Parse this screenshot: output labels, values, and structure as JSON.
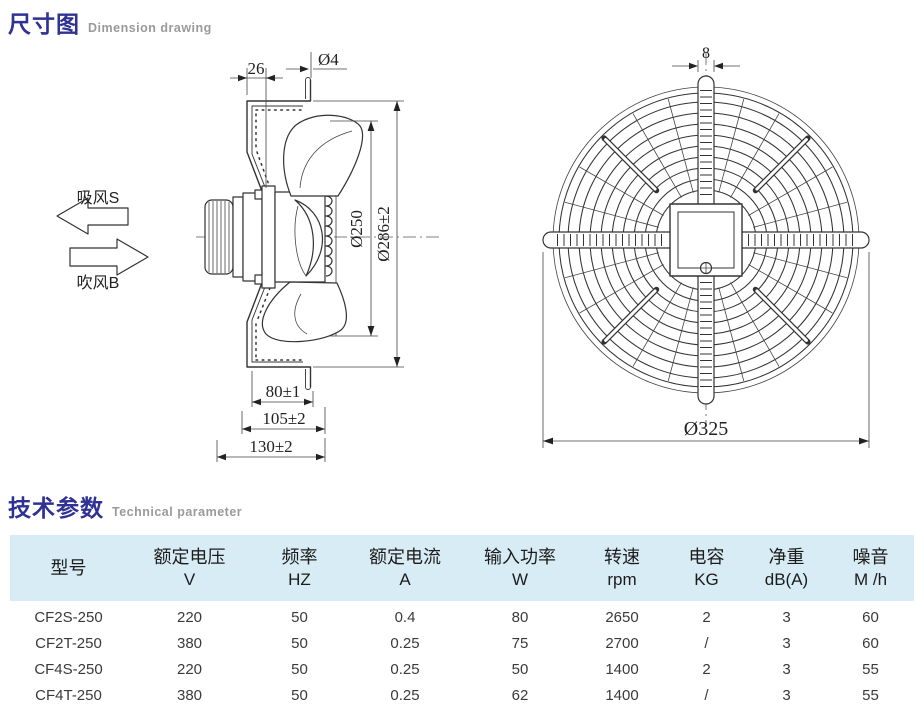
{
  "sections": {
    "dimension": {
      "title_zh": "尺寸图",
      "title_en": "Dimension drawing"
    },
    "technical": {
      "title_zh": "技术参数",
      "title_en": "Technical parameter"
    }
  },
  "drawing": {
    "airflow": {
      "suction": "吸风S",
      "blow": "吹风B"
    },
    "side_view_dims": {
      "flange_depth": "26",
      "hole_dia": "Ø4",
      "blade_dia": "Ø250",
      "plate_dia": "Ø286±2",
      "depth_a": "80±1",
      "depth_b": "105±2",
      "depth_c": "130±2"
    },
    "front_view_dims": {
      "strap_width": "8",
      "guard_dia": "Ø325"
    }
  },
  "table": {
    "headers": [
      {
        "name": "型号",
        "unit": ""
      },
      {
        "name": "额定电压",
        "unit": "V"
      },
      {
        "name": "频率",
        "unit": "HZ"
      },
      {
        "name": "额定电流",
        "unit": "A"
      },
      {
        "name": "输入功率",
        "unit": "W"
      },
      {
        "name": "转速",
        "unit": "rpm"
      },
      {
        "name": "电容",
        "unit": "KG"
      },
      {
        "name": "净重",
        "unit": "dB(A)"
      },
      {
        "name": "噪音",
        "unit": "M /h"
      }
    ],
    "rows": [
      [
        "CF2S-250",
        "220",
        "50",
        "0.4",
        "80",
        "2650",
        "2",
        "3",
        "60"
      ],
      [
        "CF2T-250",
        "380",
        "50",
        "0.25",
        "75",
        "2700",
        "/",
        "3",
        "60"
      ],
      [
        "CF4S-250",
        "220",
        "50",
        "0.25",
        "50",
        "1400",
        "2",
        "3",
        "55"
      ],
      [
        "CF4T-250",
        "380",
        "50",
        "0.25",
        "62",
        "1400",
        "/",
        "3",
        "55"
      ]
    ]
  },
  "colors": {
    "accent_blue": "#2f3193",
    "subtitle_gray": "#9a9a9a",
    "table_header_bg": "#d8ecf5",
    "line": "#333333"
  }
}
